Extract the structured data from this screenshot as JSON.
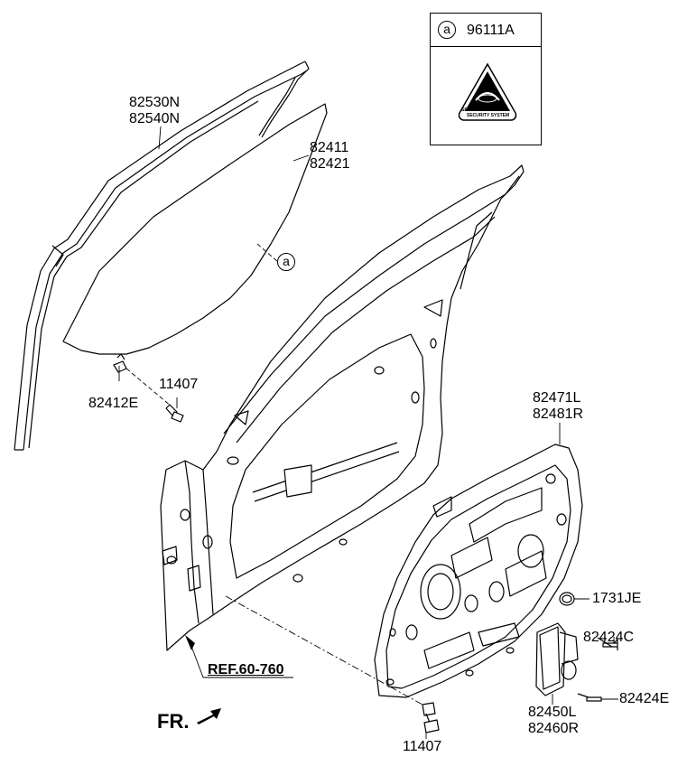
{
  "inset": {
    "callout": "a",
    "part_number": "96111A",
    "badge_top_text": "SECURITY SYSTEM",
    "badge_bottom_text": "SECURITY SYSTEM"
  },
  "labels": {
    "p82530N": "82530N",
    "p82540N": "82540N",
    "p82411": "82411",
    "p82421": "82421",
    "callout_a": "a",
    "p11407_top": "11407",
    "p82412E": "82412E",
    "p82471L": "82471L",
    "p82481R": "82481R",
    "p1731JE": "1731JE",
    "p82424C": "82424C",
    "p82424E": "82424E",
    "p82450L": "82450L",
    "p82460R": "82460R",
    "p11407_bottom": "11407",
    "ref": "REF.60-760",
    "fr": "FR."
  }
}
